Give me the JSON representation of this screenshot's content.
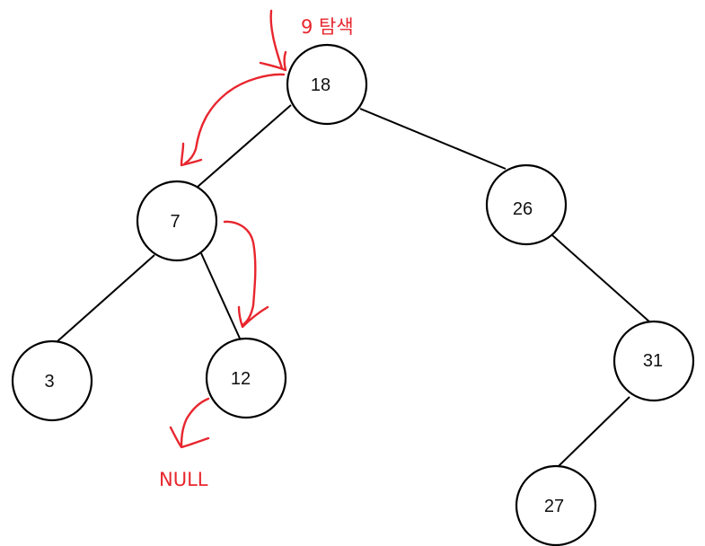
{
  "tree": {
    "nodes": [
      {
        "id": "n18",
        "label": "18"
      },
      {
        "id": "n7",
        "label": "7"
      },
      {
        "id": "n26",
        "label": "26"
      },
      {
        "id": "n3",
        "label": "3"
      },
      {
        "id": "n12",
        "label": "12"
      },
      {
        "id": "n31",
        "label": "31"
      },
      {
        "id": "n27",
        "label": "27"
      }
    ],
    "edges": [
      {
        "from": "n18",
        "to": "n7"
      },
      {
        "from": "n18",
        "to": "n26"
      },
      {
        "from": "n7",
        "to": "n3"
      },
      {
        "from": "n7",
        "to": "n12"
      },
      {
        "from": "n26",
        "to": "n31"
      },
      {
        "from": "n31",
        "to": "n27"
      }
    ]
  },
  "annotations": {
    "search_label": "9 탐색",
    "null_label": "NULL",
    "color": "#e8262e"
  }
}
